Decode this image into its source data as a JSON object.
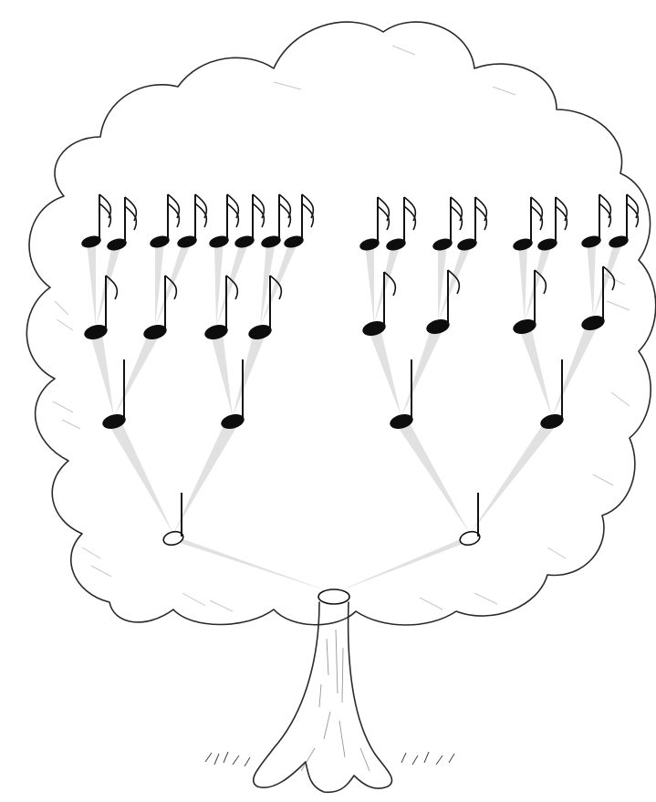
{
  "figure": {
    "subject": "tree",
    "note_colors": {
      "ink": "#0d0d0d",
      "canopy_outline": "#2a2a2a",
      "beam": "#c9c9c9"
    }
  },
  "note_tree": {
    "root": {
      "value": "whole"
    },
    "levels": [
      {
        "value": "half",
        "count": 2
      },
      {
        "value": "quarter",
        "count": 4
      },
      {
        "value": "eighth",
        "count": 8
      },
      {
        "value": "sixteenth",
        "count": 16
      }
    ]
  }
}
